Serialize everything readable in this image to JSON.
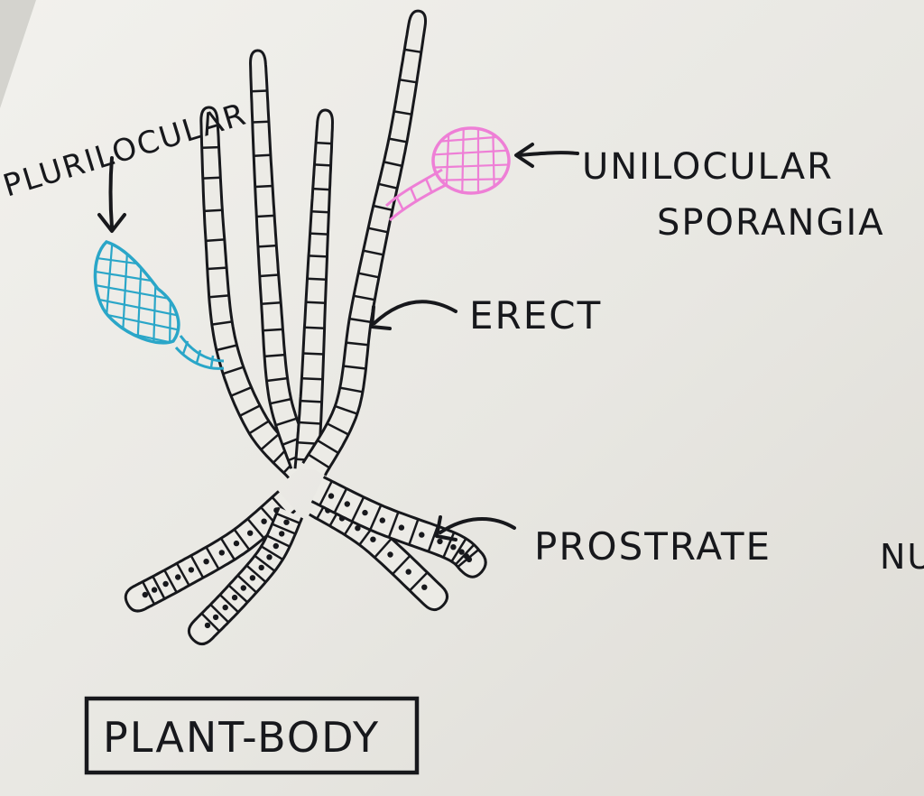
{
  "labels": {
    "plurilocular": "PLURILOCULAR",
    "unilocular_line1": "UNILOCULAR",
    "unilocular_line2": "SPORANGIA",
    "erect": "ERECT",
    "prostrate": "PROSTRATE",
    "cutoff": "NU",
    "caption": "PLANT-BODY"
  },
  "colors": {
    "ink": "#17181c",
    "plurilocular": "#2aa6c8",
    "unilocular": "#ee7fd6",
    "paper": "#e9e8e3"
  }
}
